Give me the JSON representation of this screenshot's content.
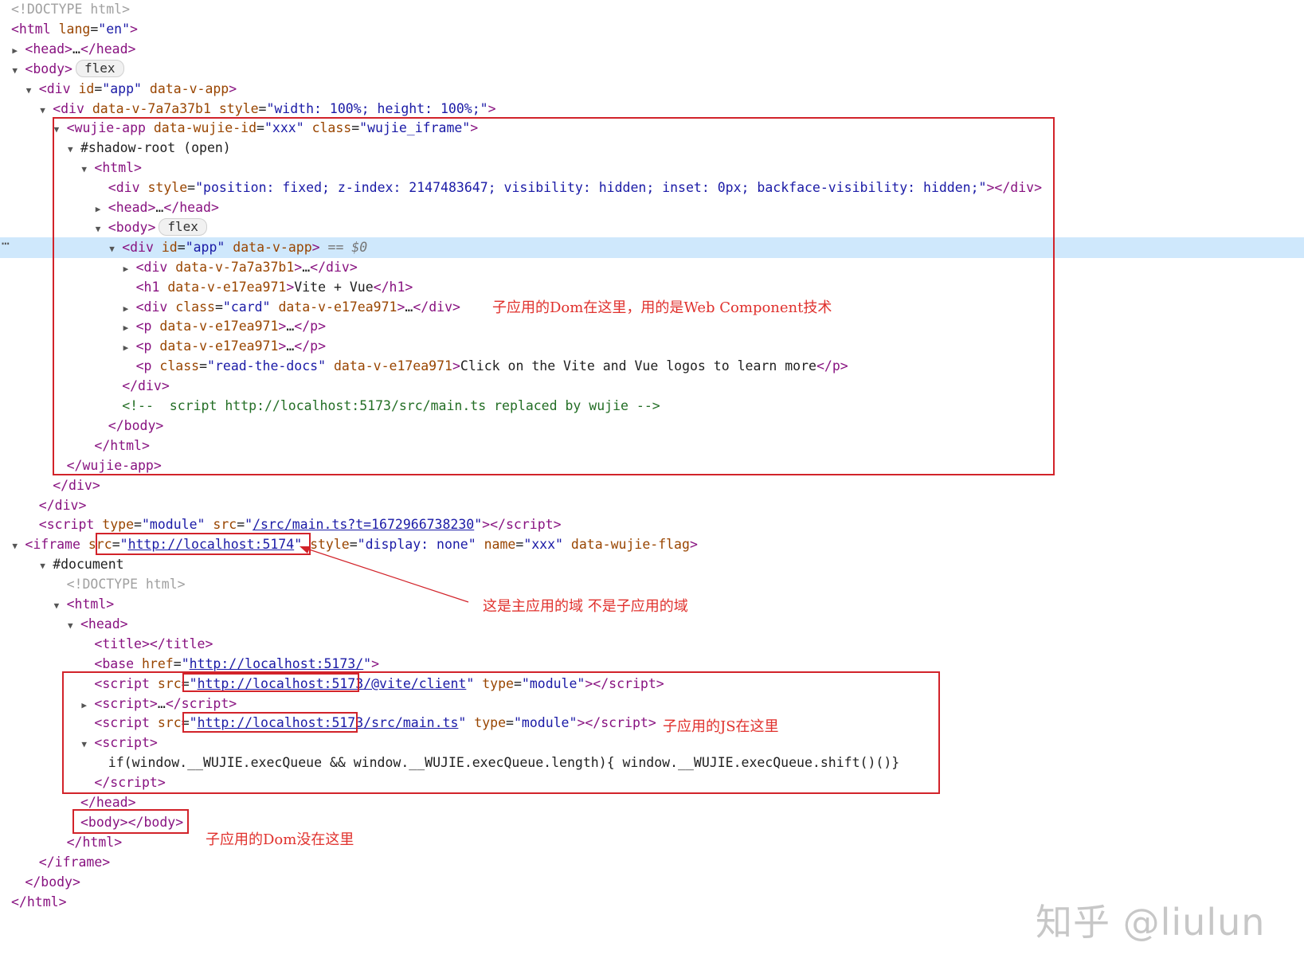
{
  "lines": [
    {
      "indent": 0,
      "tri": "",
      "html": "<span class='dt'>&lt;!DOCTYPE html&gt;</span>"
    },
    {
      "indent": 0,
      "tri": "",
      "html": "<span class='tag'>&lt;html</span> <span class='an'>lang</span>=<span class='av'>\"en\"</span><span class='tag'>&gt;</span>"
    },
    {
      "indent": 1,
      "tri": "right",
      "html": "<span class='tag'>&lt;head&gt;</span>…<span class='tag'>&lt;/head&gt;</span>"
    },
    {
      "indent": 1,
      "tri": "down",
      "html": "<span class='tag'>&lt;body&gt;</span><span class='badge'>flex</span>"
    },
    {
      "indent": 2,
      "tri": "down",
      "html": "<span class='tag'>&lt;div</span> <span class='an'>id</span>=<span class='av'>\"app\"</span> <span class='an'>data-v-app</span><span class='tag'>&gt;</span>"
    },
    {
      "indent": 3,
      "tri": "down",
      "html": "<span class='tag'>&lt;div</span> <span class='an'>data-v-7a7a37b1</span> <span class='an'>style</span>=<span class='av'>\"width: 100%; height: 100%;\"</span><span class='tag'>&gt;</span>"
    },
    {
      "indent": 4,
      "tri": "down",
      "html": "<span class='tag'>&lt;wujie-app</span> <span class='an'>data-wujie-id</span>=<span class='av'>\"xxx\"</span> <span class='an'>class</span>=<span class='av'>\"wujie_iframe\"</span><span class='tag'>&gt;</span>"
    },
    {
      "indent": 5,
      "tri": "down",
      "html": "<span class='txt'>#shadow-root (open)</span>"
    },
    {
      "indent": 6,
      "tri": "down",
      "html": "<span class='tag'>&lt;html&gt;</span>"
    },
    {
      "indent": 7,
      "tri": "",
      "html": "<span class='tag'>&lt;div</span> <span class='an'>style</span>=<span class='av'>\"position: fixed; z-index: 2147483647; visibility: hidden; inset: 0px; backface-visibility: hidden;\"</span><span class='tag'>&gt;&lt;/div&gt;</span>"
    },
    {
      "indent": 7,
      "tri": "right",
      "html": "<span class='tag'>&lt;head&gt;</span>…<span class='tag'>&lt;/head&gt;</span>"
    },
    {
      "indent": 7,
      "tri": "down",
      "html": "<span class='tag'>&lt;body&gt;</span><span class='badge'>flex</span>"
    },
    {
      "indent": 8,
      "tri": "down",
      "hl": true,
      "html": "<span class='tag'>&lt;div</span> <span class='an'>id</span>=<span class='av'>\"app\"</span> <span class='an'>data-v-app</span><span class='tag'>&gt;</span> <span class='dim'>== $0</span>"
    },
    {
      "indent": 9,
      "tri": "right",
      "html": "<span class='tag'>&lt;div</span> <span class='an'>data-v-7a7a37b1</span><span class='tag'>&gt;</span>…<span class='tag'>&lt;/div&gt;</span>"
    },
    {
      "indent": 9,
      "tri": "",
      "html": "<span class='tag'>&lt;h1</span> <span class='an'>data-v-e17ea971</span><span class='tag'>&gt;</span>Vite + Vue<span class='tag'>&lt;/h1&gt;</span>"
    },
    {
      "indent": 9,
      "tri": "right",
      "html": "<span class='tag'>&lt;div</span> <span class='an'>class</span>=<span class='av'>\"card\"</span> <span class='an'>data-v-e17ea971</span><span class='tag'>&gt;</span>…<span class='tag'>&lt;/div&gt;</span>"
    },
    {
      "indent": 9,
      "tri": "right",
      "html": "<span class='tag'>&lt;p</span> <span class='an'>data-v-e17ea971</span><span class='tag'>&gt;</span>…<span class='tag'>&lt;/p&gt;</span>"
    },
    {
      "indent": 9,
      "tri": "right",
      "html": "<span class='tag'>&lt;p</span> <span class='an'>data-v-e17ea971</span><span class='tag'>&gt;</span>…<span class='tag'>&lt;/p&gt;</span>"
    },
    {
      "indent": 9,
      "tri": "",
      "html": "<span class='tag'>&lt;p</span> <span class='an'>class</span>=<span class='av'>\"read-the-docs\"</span> <span class='an'>data-v-e17ea971</span><span class='tag'>&gt;</span>Click on the Vite and Vue logos to learn more<span class='tag'>&lt;/p&gt;</span>"
    },
    {
      "indent": 8,
      "tri": "",
      "html": "<span class='tag'>&lt;/div&gt;</span>"
    },
    {
      "indent": 8,
      "tri": "",
      "html": "<span class='cm'>&lt;!--  script http://localhost:5173/src/main.ts replaced by wujie --&gt;</span>"
    },
    {
      "indent": 7,
      "tri": "",
      "html": "<span class='tag'>&lt;/body&gt;</span>"
    },
    {
      "indent": 6,
      "tri": "",
      "html": "<span class='tag'>&lt;/html&gt;</span>"
    },
    {
      "indent": 4,
      "tri": "",
      "html": "<span class='tag'>&lt;/wujie-app&gt;</span>"
    },
    {
      "indent": 3,
      "tri": "",
      "html": "<span class='tag'>&lt;/div&gt;</span>"
    },
    {
      "indent": 2,
      "tri": "",
      "html": "<span class='tag'>&lt;/div&gt;</span>"
    },
    {
      "indent": 2,
      "tri": "",
      "html": "<span class='tag'>&lt;script</span> <span class='an'>type</span>=<span class='av'>\"module\"</span> <span class='an'>src</span>=<span class='av'>\"<span class='lnk'>/src/main.ts?t=1672966738230</span>\"</span><span class='tag'>&gt;&lt;/script&gt;</span>"
    },
    {
      "indent": 1,
      "tri": "down",
      "html": "<span class='tag'>&lt;iframe</span> <span class='an'>src</span>=<span class='av'>\"<span class='lnk'>http://localhost:5174</span>\"</span> <span class='an'>style</span>=<span class='av'>\"display: none\"</span> <span class='an'>name</span>=<span class='av'>\"xxx\"</span> <span class='an'>data-wujie-flag</span><span class='tag'>&gt;</span>"
    },
    {
      "indent": 3,
      "tri": "down",
      "html": "<span class='txt'>#document</span>"
    },
    {
      "indent": 4,
      "tri": "",
      "html": "<span class='dt'>&lt;!DOCTYPE html&gt;</span>"
    },
    {
      "indent": 4,
      "tri": "down",
      "html": "<span class='tag'>&lt;html&gt;</span>"
    },
    {
      "indent": 5,
      "tri": "down",
      "html": "<span class='tag'>&lt;head&gt;</span>"
    },
    {
      "indent": 6,
      "tri": "",
      "html": "<span class='tag'>&lt;title&gt;&lt;/title&gt;</span>"
    },
    {
      "indent": 6,
      "tri": "",
      "html": "<span class='tag'>&lt;base</span> <span class='an'>href</span>=<span class='av'>\"<span class='lnk'>http://localhost:5173/</span>\"</span><span class='tag'>&gt;</span>"
    },
    {
      "indent": 6,
      "tri": "",
      "html": "<span class='tag'>&lt;script</span> <span class='an'>src</span>=<span class='av'>\"<span class='lnk'>http://localhost:5173/@vite/client</span>\"</span> <span class='an'>type</span>=<span class='av'>\"module\"</span><span class='tag'>&gt;&lt;/script&gt;</span>"
    },
    {
      "indent": 6,
      "tri": "right",
      "html": "<span class='tag'>&lt;script&gt;</span>…<span class='tag'>&lt;/script&gt;</span>"
    },
    {
      "indent": 6,
      "tri": "",
      "html": "<span class='tag'>&lt;script</span> <span class='an'>src</span>=<span class='av'>\"<span class='lnk'>http://localhost:5173/src/main.ts</span>\"</span> <span class='an'>type</span>=<span class='av'>\"module\"</span><span class='tag'>&gt;&lt;/script&gt;</span>"
    },
    {
      "indent": 6,
      "tri": "down",
      "html": "<span class='tag'>&lt;script&gt;</span>"
    },
    {
      "indent": 7,
      "tri": "",
      "html": "<span class='txt'>if(window.__WUJIE.execQueue &amp;&amp; window.__WUJIE.execQueue.length){ window.__WUJIE.execQueue.shift()()}</span>"
    },
    {
      "indent": 6,
      "tri": "",
      "html": "<span class='tag'>&lt;/script&gt;</span>"
    },
    {
      "indent": 5,
      "tri": "",
      "html": "<span class='tag'>&lt;/head&gt;</span>"
    },
    {
      "indent": 5,
      "tri": "",
      "html": "<span class='tag'>&lt;body&gt;&lt;/body&gt;</span>"
    },
    {
      "indent": 4,
      "tri": "",
      "html": "<span class='tag'>&lt;/html&gt;</span>"
    },
    {
      "indent": 2,
      "tri": "",
      "html": "<span class='tag'>&lt;/iframe&gt;</span>"
    },
    {
      "indent": 1,
      "tri": "",
      "html": "<span class='tag'>&lt;/body&gt;</span>"
    },
    {
      "indent": 0,
      "tri": "",
      "html": "<span class='tag'>&lt;/html&gt;</span>"
    }
  ],
  "annotations": {
    "shadow_dom_note": "子应用的Dom在这里，用的是Web Component技术",
    "iframe_domain_note": "这是主应用的域  不是子应用的域",
    "js_note": "子应用的JS在这里",
    "body_note": "子应用的Dom没在这里"
  },
  "watermark": "知乎 @liulun",
  "colors": {
    "tag": "#881280",
    "attr_name": "#994500",
    "attr_value": "#1a1aa6",
    "comment": "#236e25",
    "selected_row": "#cfe8fc",
    "annotation_red": "#d2232a"
  }
}
